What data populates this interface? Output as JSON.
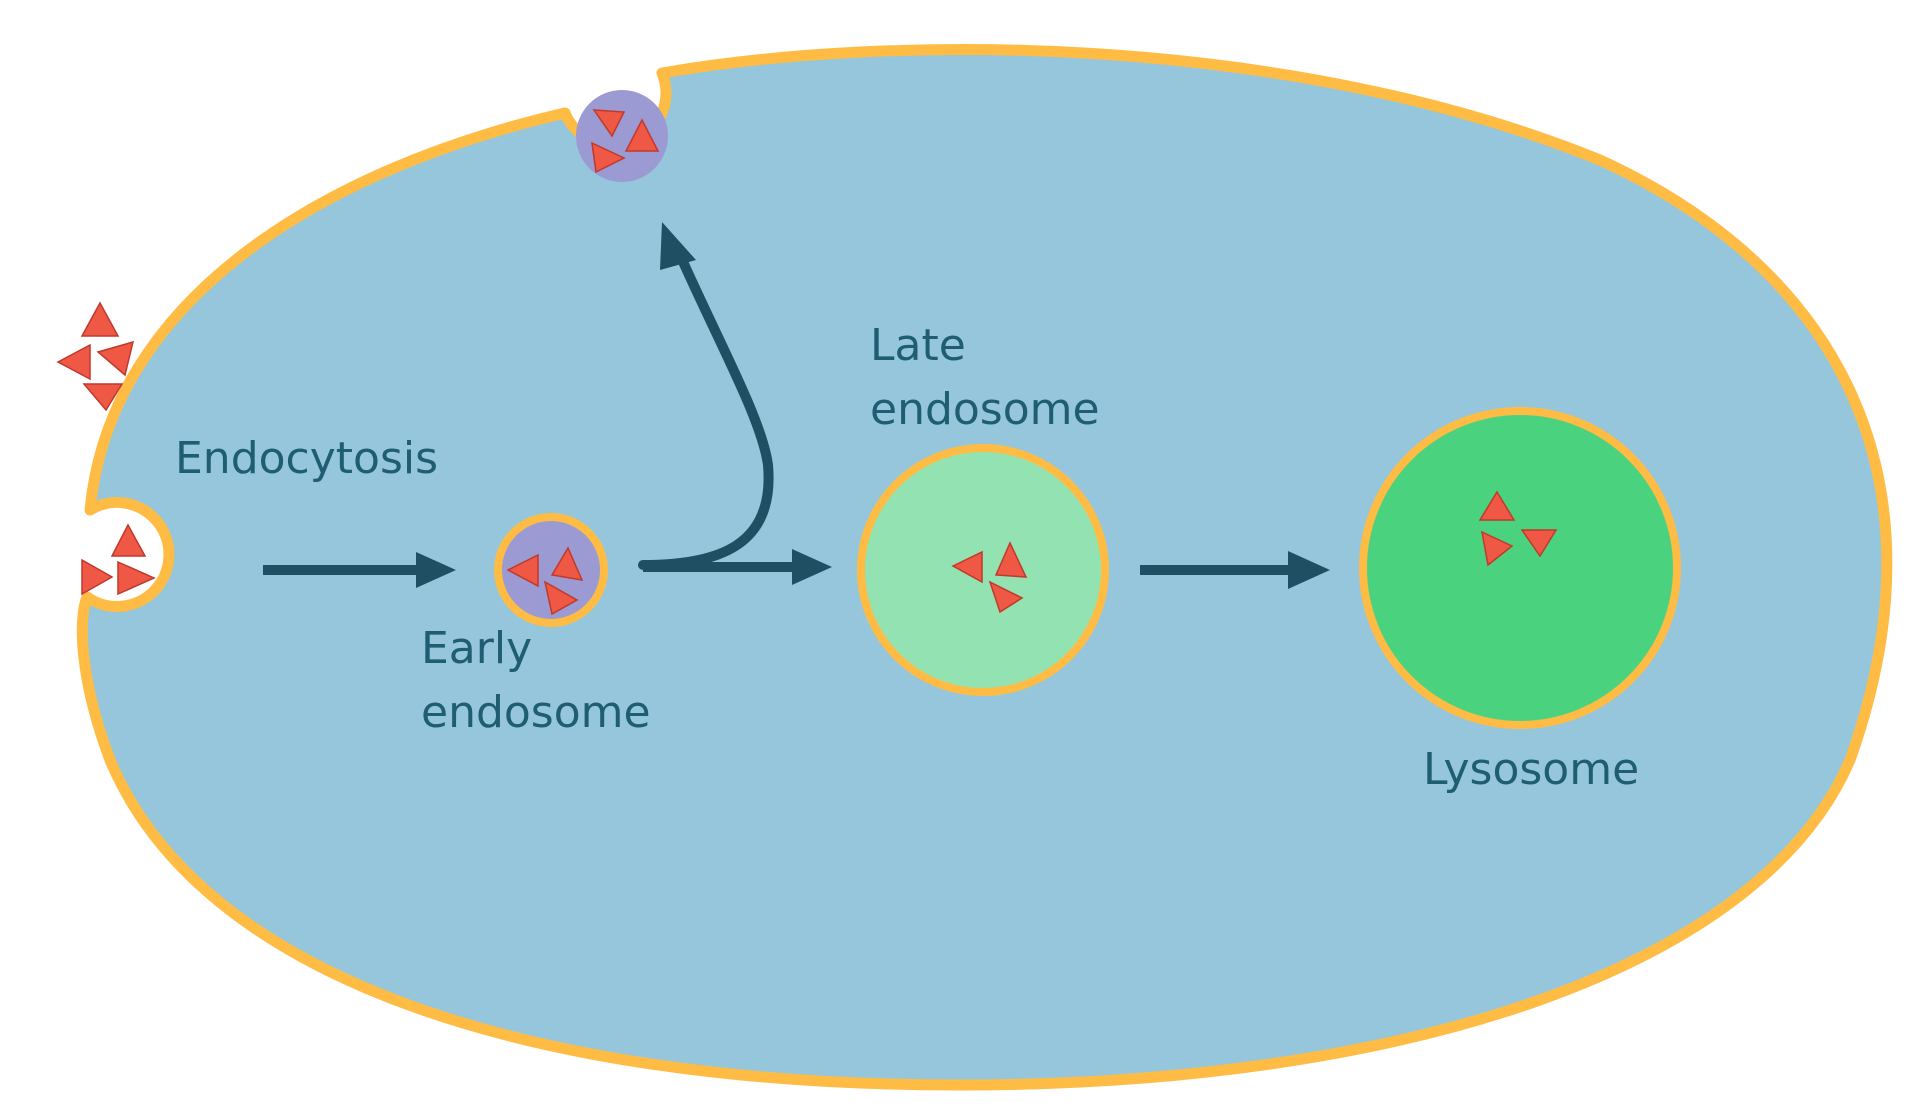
{
  "labels": {
    "endocytosis": "Endocytosis",
    "early_line1": "Early",
    "early_line2": "endosome",
    "late_line1": "Late",
    "late_line2": "endosome",
    "lysosome": "Lysosome"
  },
  "colors": {
    "cytoplasm": "#95c6dc",
    "membrane": "#ffbc44",
    "early_vesicle": "#9b9ad2",
    "late_endosome": "#93e3b2",
    "lysosome": "#4bd27e",
    "cargo": "#ef5845",
    "cargo_stroke": "#c0392b",
    "arrow": "#1e4f62"
  }
}
